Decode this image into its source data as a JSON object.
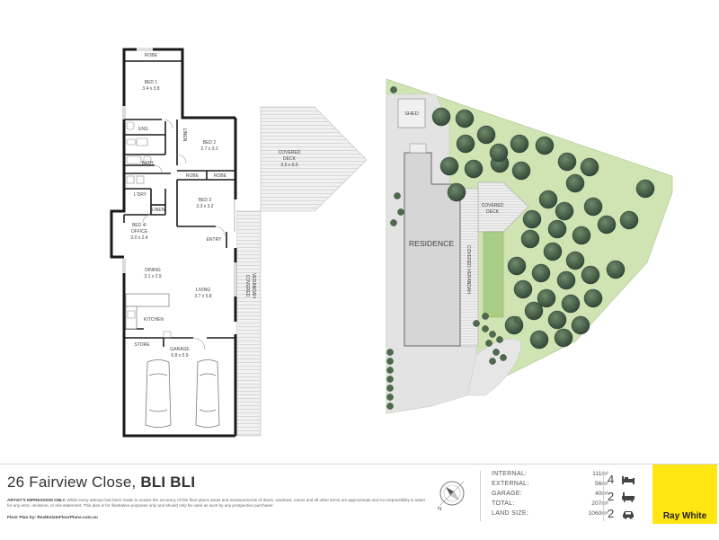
{
  "floor_plan": {
    "rooms": [
      {
        "name": "ROBE",
        "dims": ""
      },
      {
        "name": "BED 1",
        "dims": "3.4 x 3.8"
      },
      {
        "name": "ENS.",
        "dims": ""
      },
      {
        "name": "BATH",
        "dims": ""
      },
      {
        "name": "LINEN",
        "dims": ""
      },
      {
        "name": "BED 2",
        "dims": "2.7 x 3.2"
      },
      {
        "name": "ROBE",
        "dims": ""
      },
      {
        "name": "ROBE",
        "dims": ""
      },
      {
        "name": "BED 3",
        "dims": "3.3 x 3.2"
      },
      {
        "name": "L'DRY",
        "dims": ""
      },
      {
        "name": "LINEN",
        "dims": ""
      },
      {
        "name": "BED 4/",
        "dims": "OFFICE"
      },
      {
        "name": "3.0 x 2.4",
        "dims": ""
      },
      {
        "name": "ENTRY",
        "dims": ""
      },
      {
        "name": "DINING",
        "dims": "3.1 x 2.9"
      },
      {
        "name": "LIVING",
        "dims": "3.7 x 5.8"
      },
      {
        "name": "KITCHEN",
        "dims": ""
      },
      {
        "name": "STORE",
        "dims": ""
      },
      {
        "name": "GARAGE",
        "dims": "6.8 x 5.9"
      },
      {
        "name": "COVERED",
        "dims": "DECK"
      },
      {
        "name": "3.5 x 6.5",
        "dims": ""
      },
      {
        "name": "COVERED",
        "dims": "VERANDAH"
      }
    ]
  },
  "site_plan": {
    "shed_label": "SHED",
    "residence_label": "RESIDENCE",
    "deck_label_1": "COVERED",
    "deck_label_2": "DECK",
    "verandah_label": "COVERED VERANDAH"
  },
  "footer": {
    "address_street": "26 Fairview Close,",
    "address_suburb": "BLI BLI",
    "disclaimer_bold": "ARTIST'S IMPRESSION ONLY.",
    "disclaimer_text": "While every attempt has been made to ensure the accuracy of this floor plan's areas and measurements of doors, windows, rooms and all other items are approximate and no responsibility is taken for any error, omission, or mis-statement. This plan is for illustrative purposes only and should only be used as such by any prospective purchaser.",
    "credit": "Floor Plan by: RealEstateFloorPlans.com.au",
    "stats": [
      {
        "label": "INTERNAL:",
        "value": "111m²"
      },
      {
        "label": "EXTERNAL:",
        "value": "56m²"
      },
      {
        "label": "GARAGE:",
        "value": "40m²"
      },
      {
        "label": "TOTAL:",
        "value": "207m²"
      },
      {
        "label": "LAND SIZE:",
        "value": "1060m²"
      }
    ],
    "features": [
      {
        "count": "4",
        "icon": "bed-icon"
      },
      {
        "count": "2",
        "icon": "bath-icon"
      },
      {
        "count": "2",
        "icon": "car-icon"
      }
    ],
    "brand": "Ray White",
    "brand_color": "#ffe512"
  }
}
